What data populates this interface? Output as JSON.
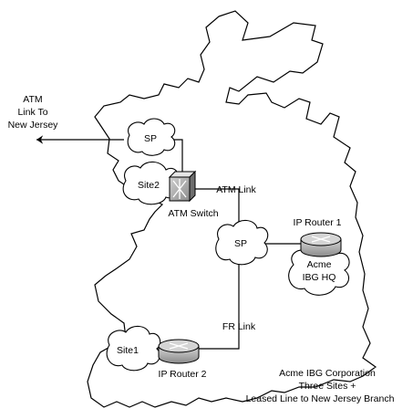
{
  "labels": {
    "atm_link_nj": [
      "ATM",
      "Link To",
      "New Jersey"
    ],
    "sp_top": "SP",
    "site2": "Site2",
    "atm_switch": "ATM Switch",
    "atm_link": "ATM Link",
    "sp_center": "SP",
    "ip_router_1": "IP Router 1",
    "acme_hq": [
      "Acme",
      "IBG HQ"
    ],
    "fr_link": "FR Link",
    "site1": "Site1",
    "ip_router_2": "IP Router 2",
    "caption": [
      "Acme IBG Corporation",
      "Three Sites +",
      "Leased Line to New Jersey Branch"
    ]
  }
}
